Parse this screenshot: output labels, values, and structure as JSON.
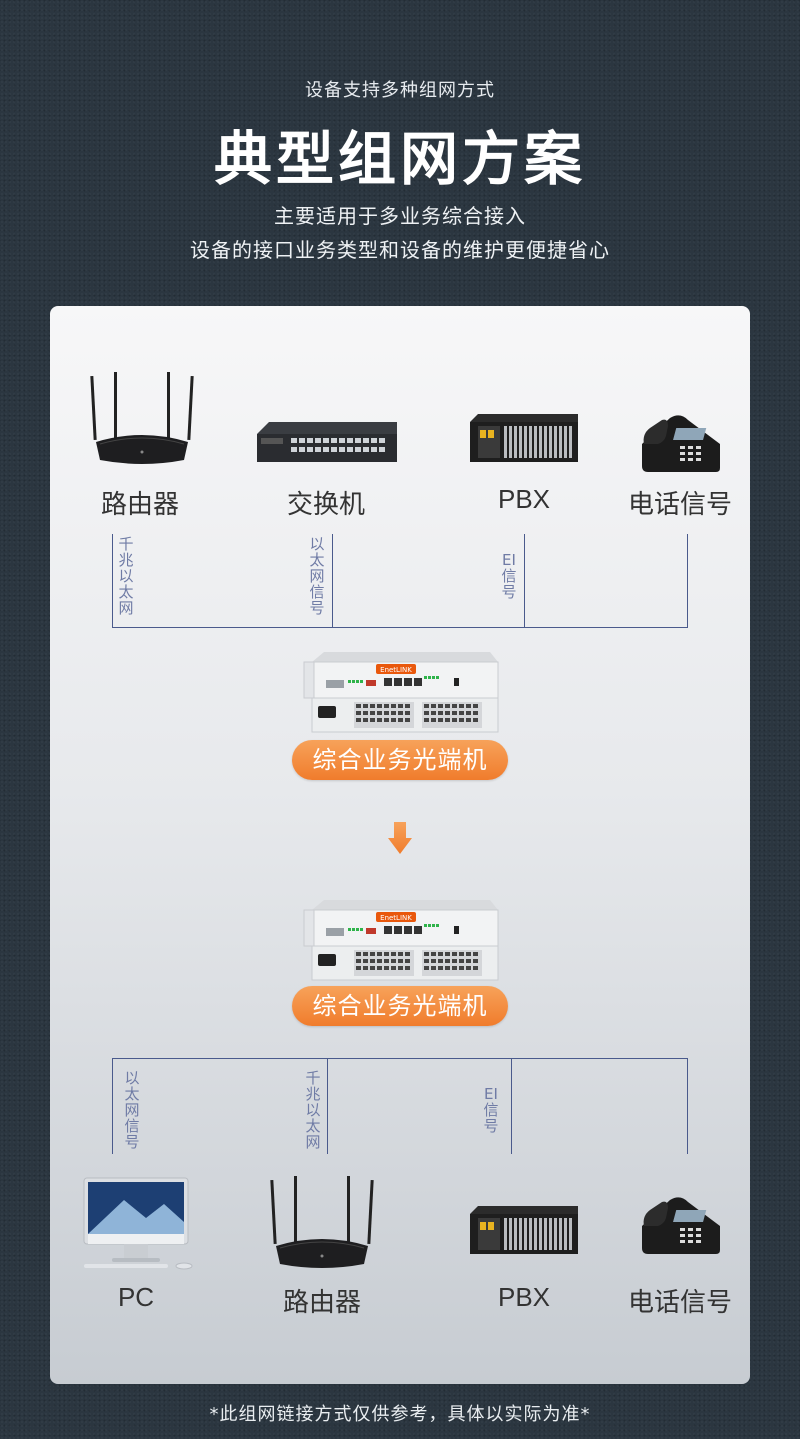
{
  "header": {
    "subtitle": "设备支持多种组网方式",
    "title": "典型组网方案",
    "desc_line1": "主要适用于多业务综合接入",
    "desc_line2": "设备的接口业务类型和设备的维护更便捷省心"
  },
  "top_devices": [
    {
      "label": "路由器",
      "icon": "router-icon"
    },
    {
      "label": "交换机",
      "icon": "switch-icon"
    },
    {
      "label": "PBX",
      "icon": "pbx-icon"
    },
    {
      "label": "电话信号",
      "icon": "telephone-icon"
    }
  ],
  "top_links": [
    {
      "label": "千兆以太网"
    },
    {
      "label": "以太网信号"
    },
    {
      "label": "EI信号"
    }
  ],
  "optical_terminal": {
    "label": "综合业务光端机",
    "brand": "EnetLINK"
  },
  "bottom_links": [
    {
      "label": "以太网信号"
    },
    {
      "label": "千兆以太网"
    },
    {
      "label": "EI信号"
    }
  ],
  "bottom_devices": [
    {
      "label": "PC",
      "icon": "pc-icon"
    },
    {
      "label": "路由器",
      "icon": "router-icon"
    },
    {
      "label": "PBX",
      "icon": "pbx-icon"
    },
    {
      "label": "电话信号",
      "icon": "telephone-icon"
    }
  ],
  "footnote": "*此组网链接方式仅供参考，具体以实际为准*",
  "colors": {
    "background": "#2b3640",
    "accent_orange": "#f07c2c",
    "line_blue": "#4a5a8c"
  }
}
